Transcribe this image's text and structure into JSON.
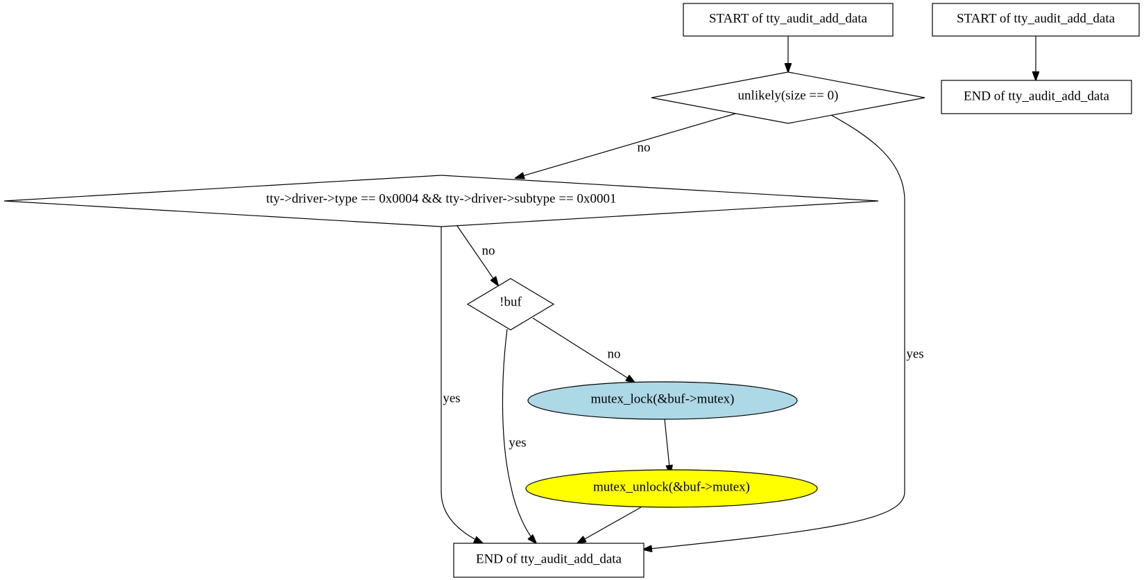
{
  "colors": {
    "stroke": "#000000",
    "background": "#ffffff",
    "mutex_lock_fill": "#add8e6",
    "mutex_unlock_fill": "#ffff00"
  },
  "nodes": {
    "start_main": "START of tty_audit_add_data",
    "start_second": "START of tty_audit_add_data",
    "end_second": "END of tty_audit_add_data",
    "cond_size": "unlikely(size == 0)",
    "cond_driver": "tty->driver->type == 0x0004 && tty->driver->subtype == 0x0001",
    "cond_buf": "!buf",
    "mutex_lock": "mutex_lock(&buf->mutex)",
    "mutex_unlock": "mutex_unlock(&buf->mutex)",
    "end_main": "END of tty_audit_add_data"
  },
  "edges": {
    "size_no": "no",
    "size_yes": "yes",
    "driver_no": "no",
    "driver_yes": "yes",
    "buf_no": "no",
    "buf_yes": "yes"
  }
}
